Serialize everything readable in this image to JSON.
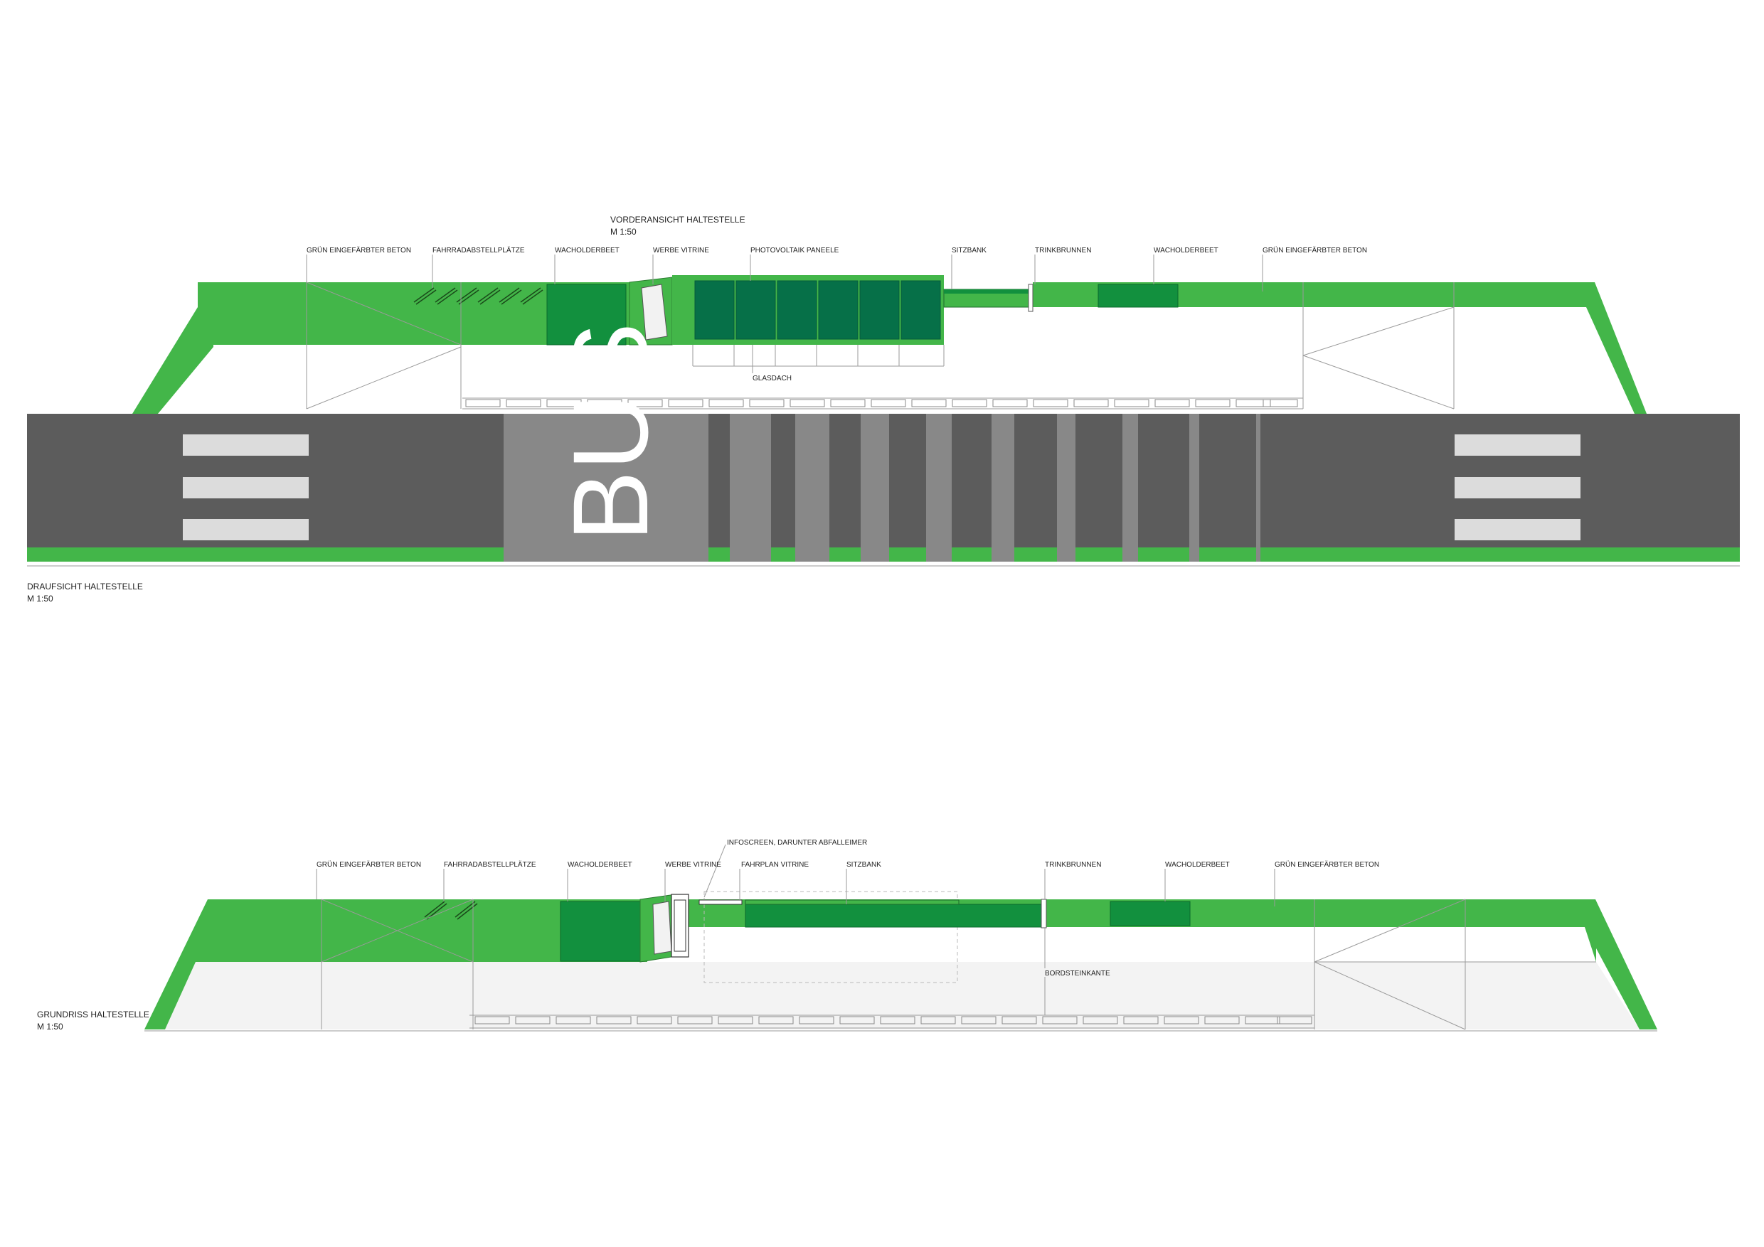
{
  "colors": {
    "green_light": "#43b649",
    "green_mid": "#12903e",
    "green_dark": "#067048",
    "asphalt": "#5c5c5c",
    "bus_lane": "#888888",
    "marking": "#dcdcdc",
    "floor": "#f3f3f3",
    "line": "#9a9a9a"
  },
  "front_view": {
    "title": "VORDERANSICHT HALTESTELLE",
    "scale": "M 1:50",
    "labels": {
      "green_concrete_left": "GRÜN EINGEFÄRBTER BETON",
      "bike_parking": "FAHRRADABSTELLPLÄTZE",
      "juniper_bed_left": "WACHOLDERBEET",
      "ad_vitrine": "WERBE VITRINE",
      "pv_panels": "PHOTOVOLTAIK PANEELE",
      "bench": "SITZBANK",
      "fountain": "TRINKBRUNNEN",
      "juniper_bed_right": "WACHOLDERBEET",
      "green_concrete_right": "GRÜN EINGEFÄRBTER BETON",
      "glass_roof": "GLASDACH"
    }
  },
  "top_view": {
    "title": "DRAUFSICHT HALTESTELLE",
    "scale": "M 1:50",
    "bus_text": "BUS"
  },
  "floor_plan": {
    "title": "GRUNDRISS HALTESTELLE",
    "scale": "M 1:50",
    "labels": {
      "green_concrete_left": "GRÜN EINGEFÄRBTER BETON",
      "bike_parking": "FAHRRADABSTELLPLÄTZE",
      "juniper_bed_left": "WACHOLDERBEET",
      "ad_vitrine": "WERBE VITRINE",
      "infoscreen": "INFOSCREEN, DARUNTER ABFALLEIMER",
      "timetable_vitrine": "FAHRPLAN VITRINE",
      "bench": "SITZBANK",
      "fountain": "TRINKBRUNNEN",
      "juniper_bed_right": "WACHOLDERBEET",
      "green_concrete_right": "GRÜN EINGEFÄRBTER BETON",
      "curb": "BORDSTEINKANTE"
    }
  }
}
